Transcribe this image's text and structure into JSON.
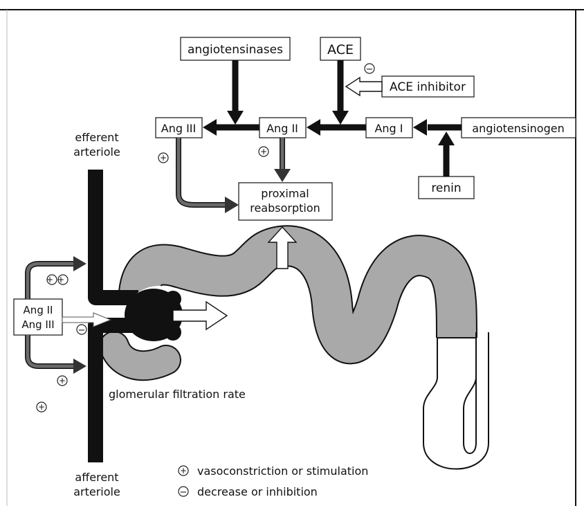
{
  "boxes": {
    "angiotensinases": "angiotensinases",
    "ace": "ACE",
    "ace_inhibitor": "ACE inhibitor",
    "ang3": "Ang III",
    "ang2": "Ang II",
    "ang1": "Ang I",
    "angiotensinogen": "angiotensinogen",
    "renin": "renin",
    "proximal_line1": "proximal",
    "proximal_line2": "reabsorption",
    "left_ang2": "Ang II",
    "left_ang3": "Ang III"
  },
  "labels": {
    "efferent_line1": "efferent",
    "efferent_line2": "arteriole",
    "afferent_line1": "afferent",
    "afferent_line2": "arteriole",
    "gfr": "glomerular filtration rate"
  },
  "signs": {
    "plus": "+",
    "minus": "−",
    "plus_plus": "++"
  },
  "legend": {
    "plus_text": "vasoconstriction or stimulation",
    "minus_text": "decrease or inhibition"
  },
  "colors": {
    "black": "#111111",
    "tubule_gray": "#a9a9a9",
    "gray_arrow": "#6a6a6a"
  }
}
